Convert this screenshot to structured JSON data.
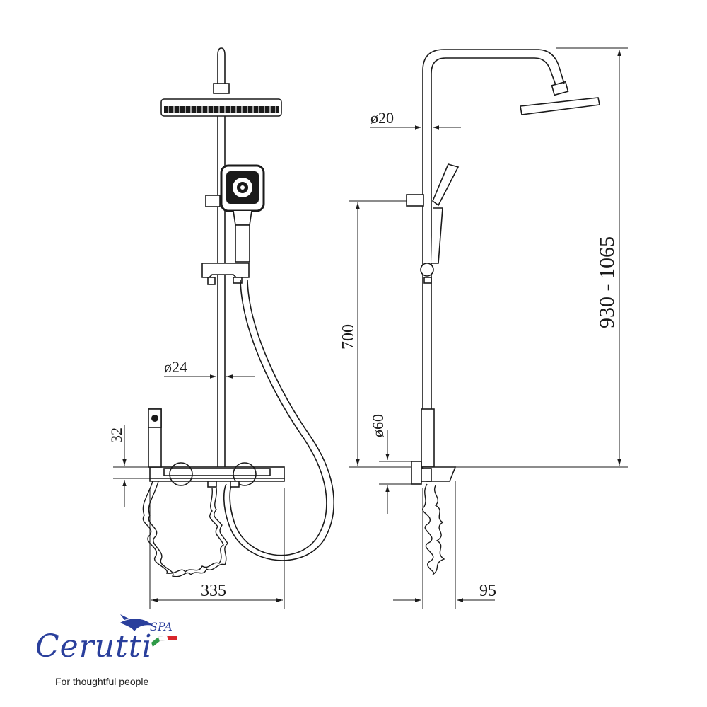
{
  "dimensions": {
    "pipe_diameter_upper": "ø20",
    "pipe_diameter_lower": "ø24",
    "bracket_height": "700",
    "mixer_diameter": "ø60",
    "total_height": "930 - 1065",
    "handle_height": "32",
    "shelf_width": "335",
    "wall_offset": "95"
  },
  "brand": {
    "name": "Cerutti",
    "suffix": "SPA",
    "tagline": "For thoughtful people",
    "flag_colors": [
      "#2e9a47",
      "#ffffff",
      "#d8262c"
    ],
    "accent_color": "#2a3f9c"
  },
  "icons": [
    "dolphin-logo-icon",
    "italian-flag-icon"
  ]
}
